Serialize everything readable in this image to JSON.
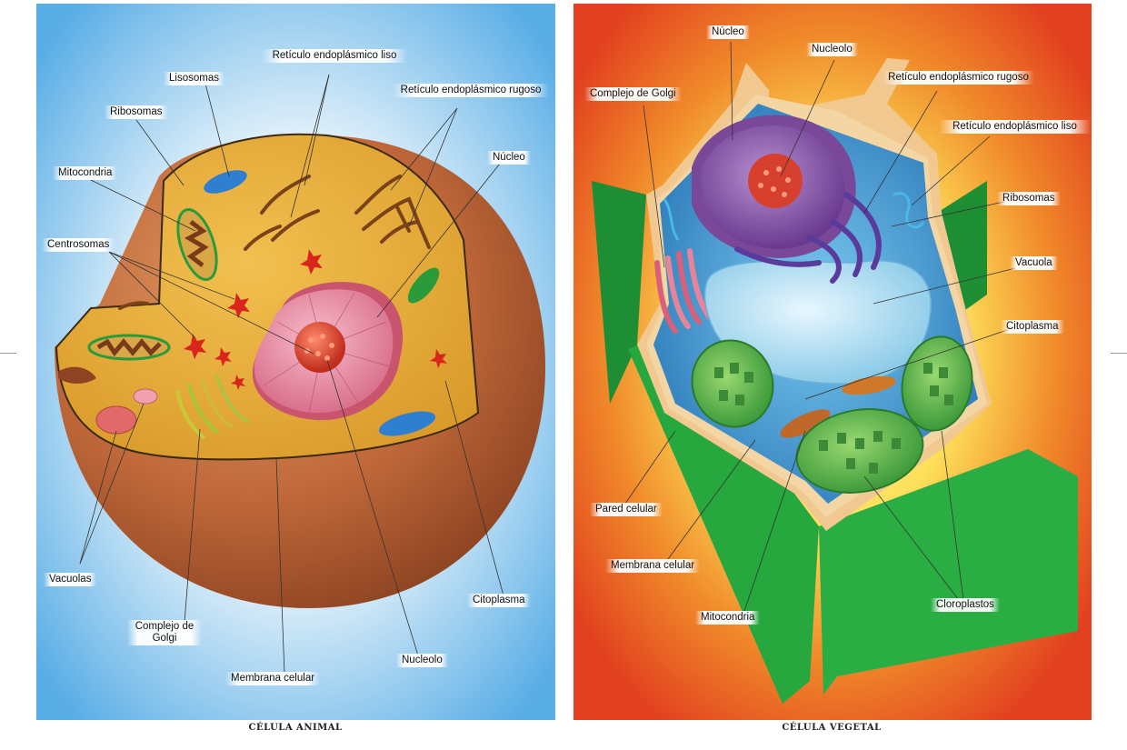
{
  "animal": {
    "caption": "CÉLULA ANIMAL",
    "labels": {
      "ser_liso": "Retículo endoplásmico liso",
      "lisosomas": "Lisosomas",
      "rer": "Retículo endoplásmico rugoso",
      "ribosomas": "Ribosomas",
      "nucleo": "Núcleo",
      "mitocondria": "Mitocondria",
      "centrosomas": "Centrosomas",
      "vacuolas": "Vacuolas",
      "citoplasma": "Citoplasma",
      "golgi": "Complejo de Golgi",
      "nucleolo": "Nucleolo",
      "membrana": "Membrana celular"
    }
  },
  "plant": {
    "caption": "CÉLULA VEGETAL",
    "labels": {
      "nucleo": "Núcleo",
      "nucleolo": "Nucleolo",
      "golgi": "Complejo de Golgi",
      "rer": "Retículo endoplásmico rugoso",
      "ser_liso": "Retículo endoplásmico liso",
      "ribosomas": "Ribosomas",
      "vacuola": "Vacuola",
      "citoplasma": "Citoplasma",
      "pared": "Pared celular",
      "membrana": "Membrana celular",
      "cloroplastos": "Cloroplastos",
      "mitocondria": "Mitocondria"
    }
  },
  "colors": {
    "animal_bg": "#5aaee6",
    "plant_bg_outer": "#e2401f",
    "plant_bg_inner": "#fff5a0",
    "cytoplasm": "#e7a93a",
    "membrane_shell": "#c0683a",
    "nucleus": "#e88aa4",
    "nucleolus": "#d8402e",
    "cell_wall": "#22a43a",
    "vacuole": "#a8dcf2",
    "chloroplast": "#5db94a",
    "plant_nucleus": "#8a5aa8"
  }
}
